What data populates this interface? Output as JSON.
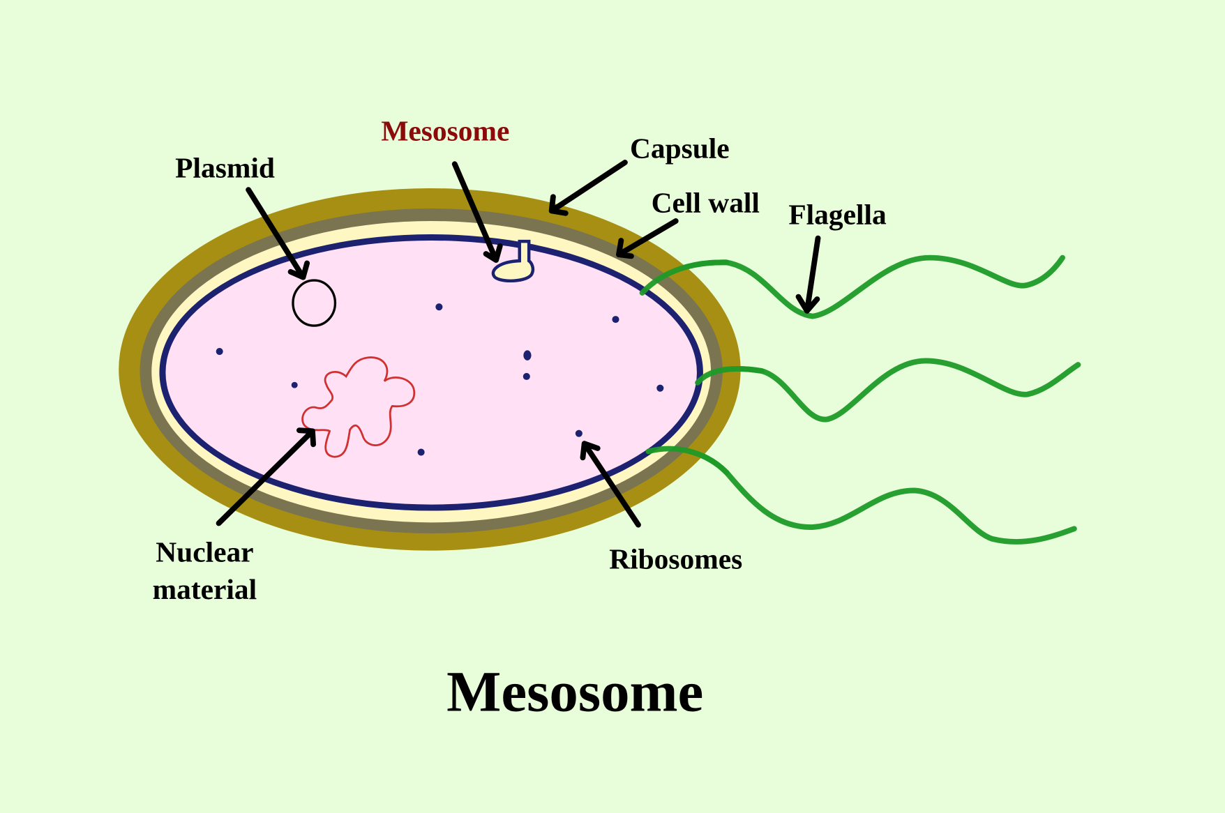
{
  "labels": {
    "mesosome": "Mesosome",
    "capsule": "Capsule",
    "plasmid": "Plasmid",
    "cell_wall": "Cell wall",
    "flagella": "Flagella",
    "nuclear_line1": "Nuclear",
    "nuclear_line2": "material",
    "ribosomes": "Ribosomes"
  },
  "title": "Mesosome",
  "colors": {
    "background": "#e8fdd9",
    "capsule": "#a38b0c",
    "cell_wall": "#7b7450",
    "periplasm": "#fff7c2",
    "membrane": "#1c2170",
    "cytoplasm": "#ffe0f5",
    "nuclear_material": "#d03030",
    "flagella": "#1e9a28",
    "mesosome_label": "#8b0a0a"
  }
}
